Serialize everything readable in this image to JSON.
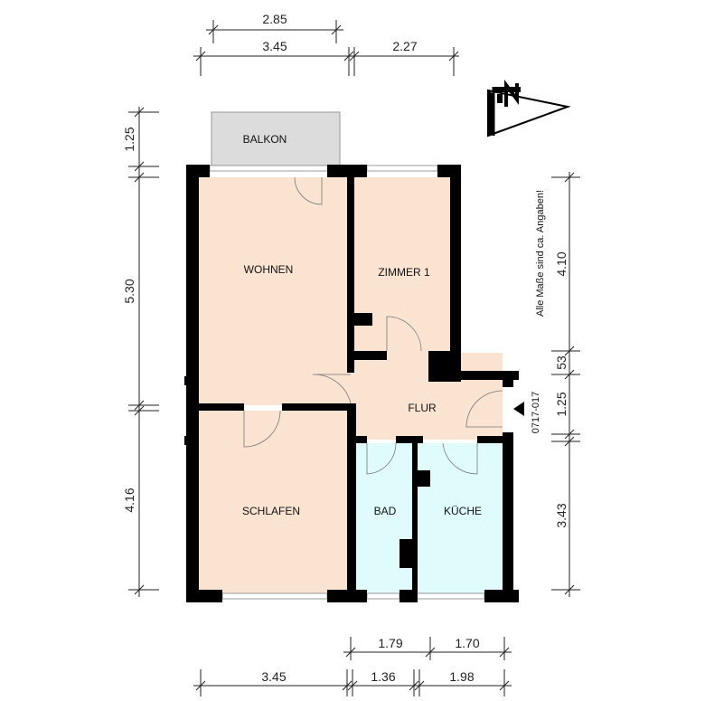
{
  "rooms": {
    "balkon": "BALKON",
    "wohnen": "WOHNEN",
    "zimmer1": "ZIMMER 1",
    "flur": "FLUR",
    "schlafen": "SCHLAFEN",
    "bad": "BAD",
    "kueche": "KÜCHE"
  },
  "dimensions": {
    "top_row1": "2.85",
    "top_row2_left": "3.45",
    "top_row2_right": "2.27",
    "left_balkon": "1.25",
    "left_wohnen": "5.30",
    "left_schlafen": "4.16",
    "right_zimmer": "4.10",
    "right_small": "53",
    "right_flur": "1.25",
    "right_kueche": "3.43",
    "bottom_row1_left": "1.79",
    "bottom_row1_right": "1.70",
    "bottom_row2_a": "3.45",
    "bottom_row2_b": "1.36",
    "bottom_row2_c": "1.98"
  },
  "notes": {
    "disclaimer": "Alle Maße sind ca. Angaben!",
    "plan_id": "0717-017"
  },
  "colors": {
    "living_rooms": "#fbe3d1",
    "wet_rooms": "#dffbfb",
    "balcony": "#dcdcdc",
    "walls": "#000000"
  },
  "icons": {
    "north_arrow": "north-arrow-icon",
    "entrance": "entrance-triangle-icon"
  }
}
